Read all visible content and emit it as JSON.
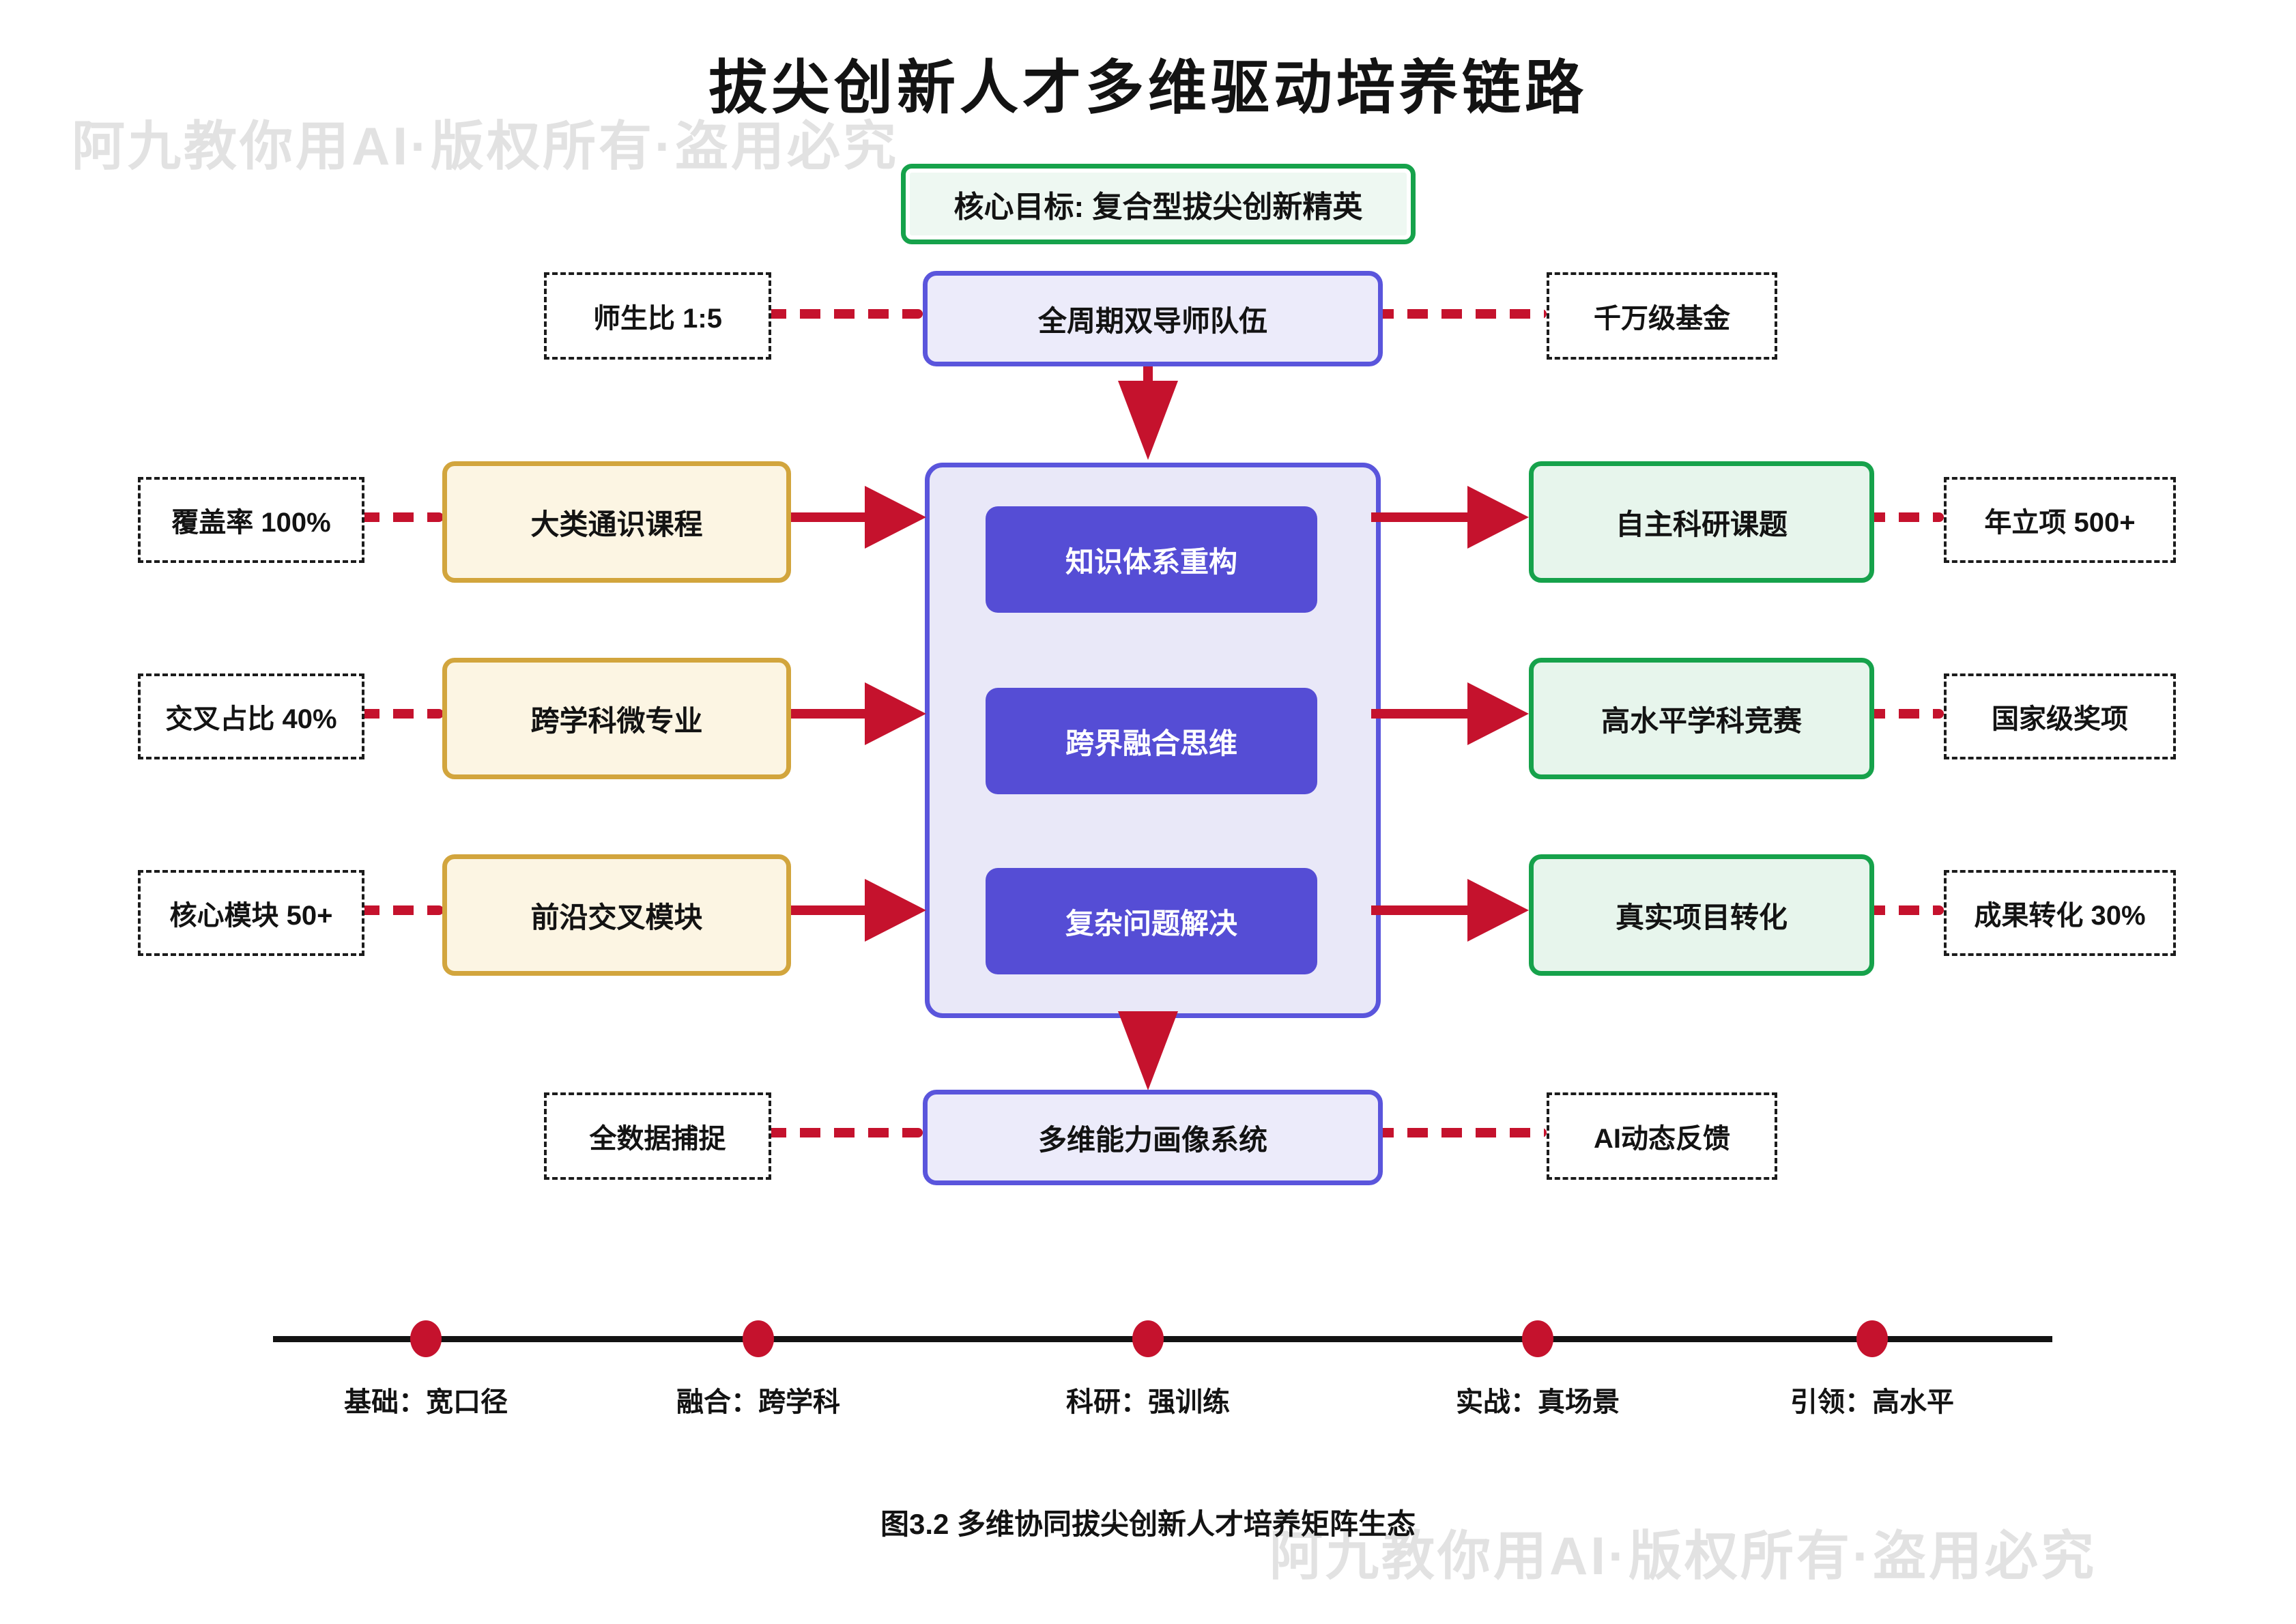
{
  "title": "拔尖创新人才多维驱动培养链路",
  "watermark": {
    "text": "阿九教你用AI·版权所有·盗用必究"
  },
  "core_goal": {
    "label": "核心目标: 复合型拔尖创新精英"
  },
  "top_flow": {
    "left_metric": "师生比 1:5",
    "node": "全周期双导师队伍",
    "right_metric": "千万级基金"
  },
  "rows": [
    {
      "metric": "覆盖率 100%",
      "input": "大类通识课程",
      "core": "知识体系重构",
      "output": "自主科研课题",
      "outcome": "年立项 500+"
    },
    {
      "metric": "交叉占比 40%",
      "input": "跨学科微专业",
      "core": "跨界融合思维",
      "output": "高水平学科竞赛",
      "outcome": "国家级奖项"
    },
    {
      "metric": "核心模块 50+",
      "input": "前沿交叉模块",
      "core": "复杂问题解决",
      "output": "真实项目转化",
      "outcome": "成果转化 30%"
    }
  ],
  "bottom_flow": {
    "left_metric": "全数据捕捉",
    "node": "多维能力画像系统",
    "right_metric": "AI动态反馈"
  },
  "timeline": {
    "stages": [
      "基础：宽口径",
      "融合：跨学科",
      "科研：强训练",
      "实战：真场景",
      "引领：高水平"
    ]
  },
  "caption": "图3.2 多维协同拔尖创新人才培养矩阵生态",
  "colors": {
    "red": "#C5122D",
    "purple": "#5A55DC",
    "purple_fill": "#ECEBFA",
    "inner_purple": "#554DD5",
    "green": "#16A24B",
    "green_fill": "#E7F5EC",
    "yellow": "#D2A53D",
    "yellow_fill": "#FCF5E3",
    "watermark_gray": "#E2E2E2"
  }
}
